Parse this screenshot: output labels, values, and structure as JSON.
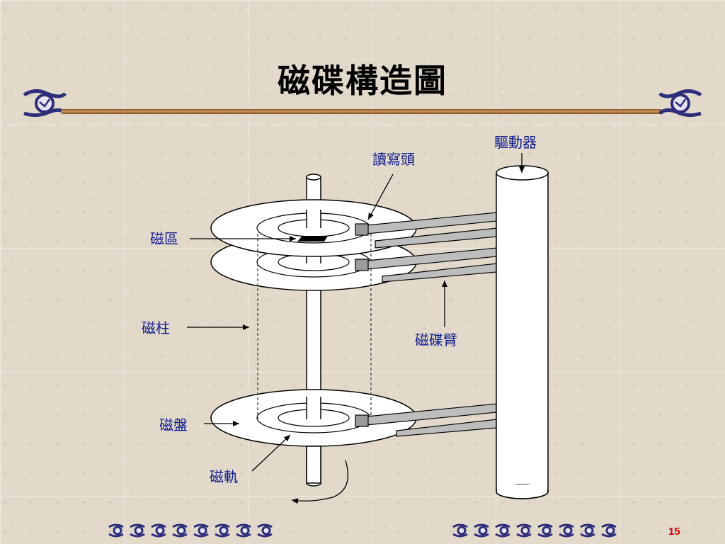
{
  "slide": {
    "title": "磁碟構造圖",
    "page_number": "15"
  },
  "labels": {
    "drive": "驅動器",
    "read_write_head": "讀寫頭",
    "sector": "磁區",
    "cylinder": "磁柱",
    "arm": "磁碟臂",
    "platter": "磁盤",
    "track": "磁軌"
  },
  "colors": {
    "label_blue": "#0d1a8c",
    "title_rule": "#b07a40",
    "ornament": "#3a3a8a",
    "page_number_red": "#d40000"
  }
}
